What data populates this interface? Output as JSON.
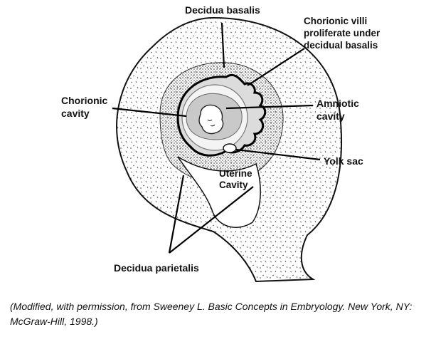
{
  "labels": {
    "decidua_basalis": "Decidua basalis",
    "chorionic_villi": [
      "Chorionic villi",
      "proliferate under",
      "decidual basalis"
    ],
    "chorionic_cavity": [
      "Chorionic",
      "cavity"
    ],
    "amniotic_cavity": [
      "Amniotic",
      "cavity"
    ],
    "yolk_sac": "Yolk sac",
    "uterine_cavity": [
      "Uterine",
      "Cavity"
    ],
    "decidua_parietalis": "Decidua parietalis"
  },
  "caption": {
    "line1": "(Modified, with permission, from Sweeney L. Basic Concepts in Embryology. New York, NY:",
    "line2": "McGraw-Hill, 1998.)"
  }
}
